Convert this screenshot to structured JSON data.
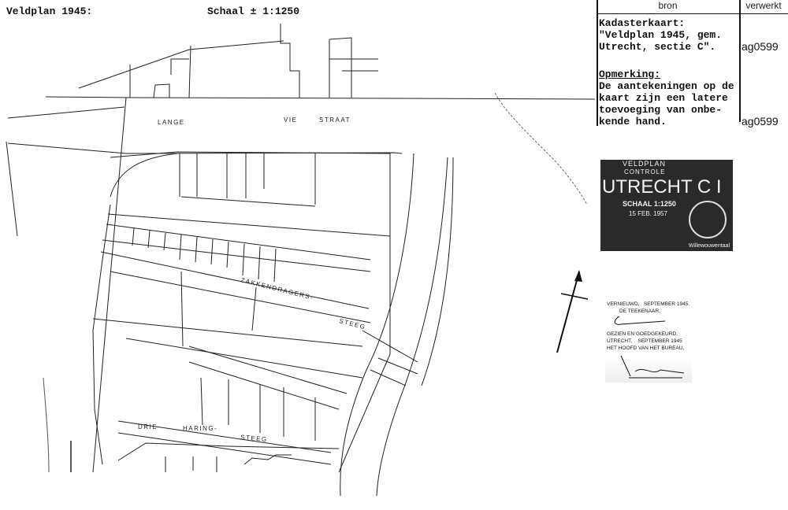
{
  "header": {
    "title": "Veldplan 1945:",
    "scale": "Schaal ± 1:1250"
  },
  "source_table": {
    "col_bron": "bron",
    "col_verwerkt": "verwerkt",
    "rows": [
      {
        "bron": "Kadasterkaart:\n\"Veldplan 1945, gem.\nUtrecht, sectie C\".",
        "verwerkt": "ag0599"
      },
      {
        "bron_label": "Opmerking:",
        "bron": "De aantekeningen op de\nkaart zijn een latere\ntoevoeging van onbe-\nkende hand.",
        "verwerkt": "ag0599"
      }
    ]
  },
  "map": {
    "streets": {
      "lange": "LANGE",
      "vie": "VIE",
      "straat": "STRAAT",
      "zakkendragers": "ZAKKENDRAGERS-",
      "steeg1": "STEEG",
      "drie": "DRIE",
      "haring": "HARING-",
      "steeg2": "STEEG"
    }
  },
  "stamp": {
    "line1": "VELDPLAN",
    "line2": "CONTROLE",
    "line3": "UTRECHT C I",
    "scale": "SCHAAL 1:1250",
    "date": "15 FEB. 1957",
    "footer": "Willewouwentaal"
  },
  "signature_block": {
    "line1": "VERNIEUWD,   SEPTEMBER 1945.",
    "line2": "DE TEEKENAAR,",
    "line3": "GEZIEN EN GOEDGEKEURD.",
    "line4": "UTRECHT,    SEPTEMBER 1945",
    "line5": "HET HOOFD VAN HET BUREAU,"
  }
}
